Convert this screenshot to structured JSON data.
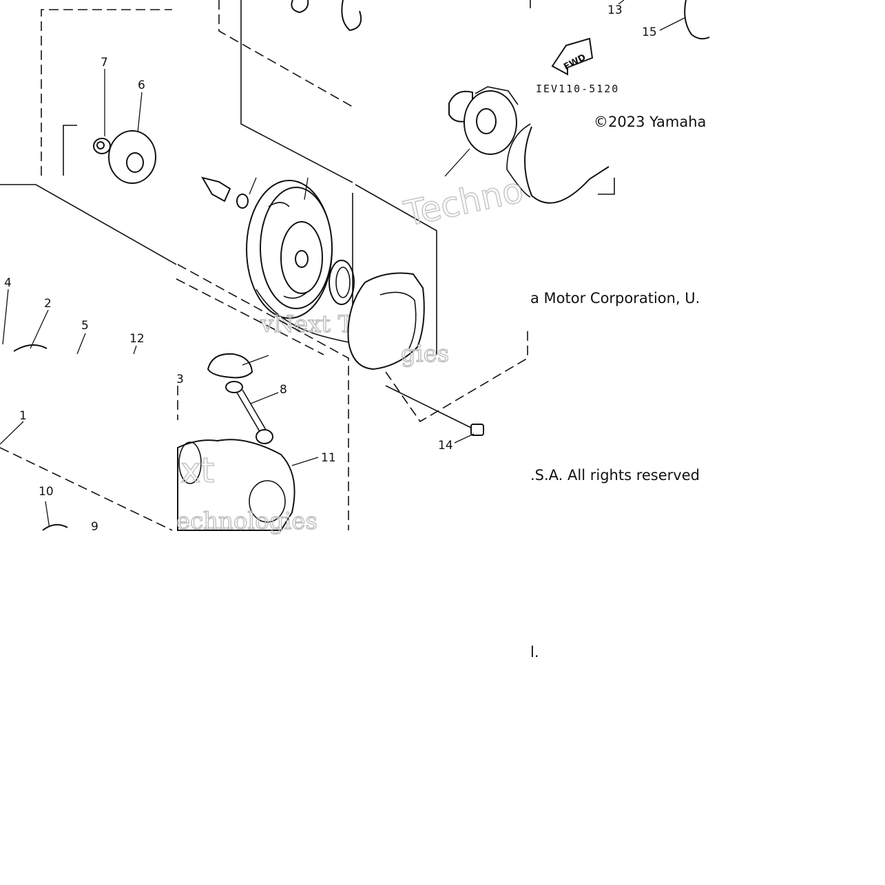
{
  "diagram": {
    "drawing_code": "IEV110-5120",
    "fwd_label": "FWD",
    "copyright_lines": [
      "©2023 Yamaha",
      "a Motor Corporation, U.",
      ".S.A. All rights reserved",
      "l."
    ],
    "watermark": {
      "a": "vNext Tec",
      "b": "Techno",
      "c": "echnologies",
      "d": "xt",
      "e": "gies"
    },
    "part_labels": {
      "p1": "1",
      "p2": "2",
      "p3": "3",
      "p4": "4",
      "p5": "5",
      "p6": "6",
      "p7": "7",
      "p8": "8",
      "p9": "9",
      "p10": "10",
      "p11": "11",
      "p12": "12",
      "p13": "13",
      "p14": "14",
      "p15": "15"
    }
  }
}
